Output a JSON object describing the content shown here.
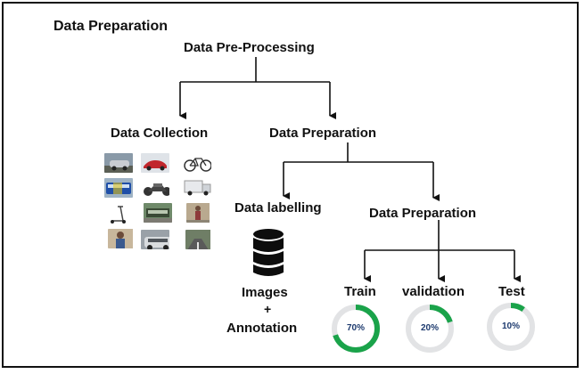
{
  "title": "Data Preparation",
  "nodes": {
    "root": "Data Pre-Processing",
    "collection": "Data Collection",
    "preparation": "Data Preparation",
    "labelling": "Data labelling",
    "preparation2": "Data Preparation",
    "images": "Images",
    "plus": "+",
    "annotation": "Annotation"
  },
  "splits": [
    {
      "label": "Train",
      "percent_text": "70%",
      "fraction": 0.7
    },
    {
      "label": "validation",
      "percent_text": "20%",
      "fraction": 0.2
    },
    {
      "label": "Test",
      "percent_text": "10%",
      "fraction": 0.1
    }
  ],
  "colors": {
    "donut_fill": "#1aa34a",
    "donut_track": "#e2e3e5",
    "percent_text": "#1d3a6e",
    "line": "#111111"
  },
  "icons": {
    "database": "database-icon",
    "thumbnails": [
      "car-icon",
      "sports-car-icon",
      "bicycle-icon",
      "bus-icon",
      "motorcycle-icon",
      "truck-icon",
      "scooter-icon",
      "bus-stop-icon",
      "pedestrian-icon",
      "person-icon",
      "suv-icon",
      "road-icon"
    ]
  }
}
